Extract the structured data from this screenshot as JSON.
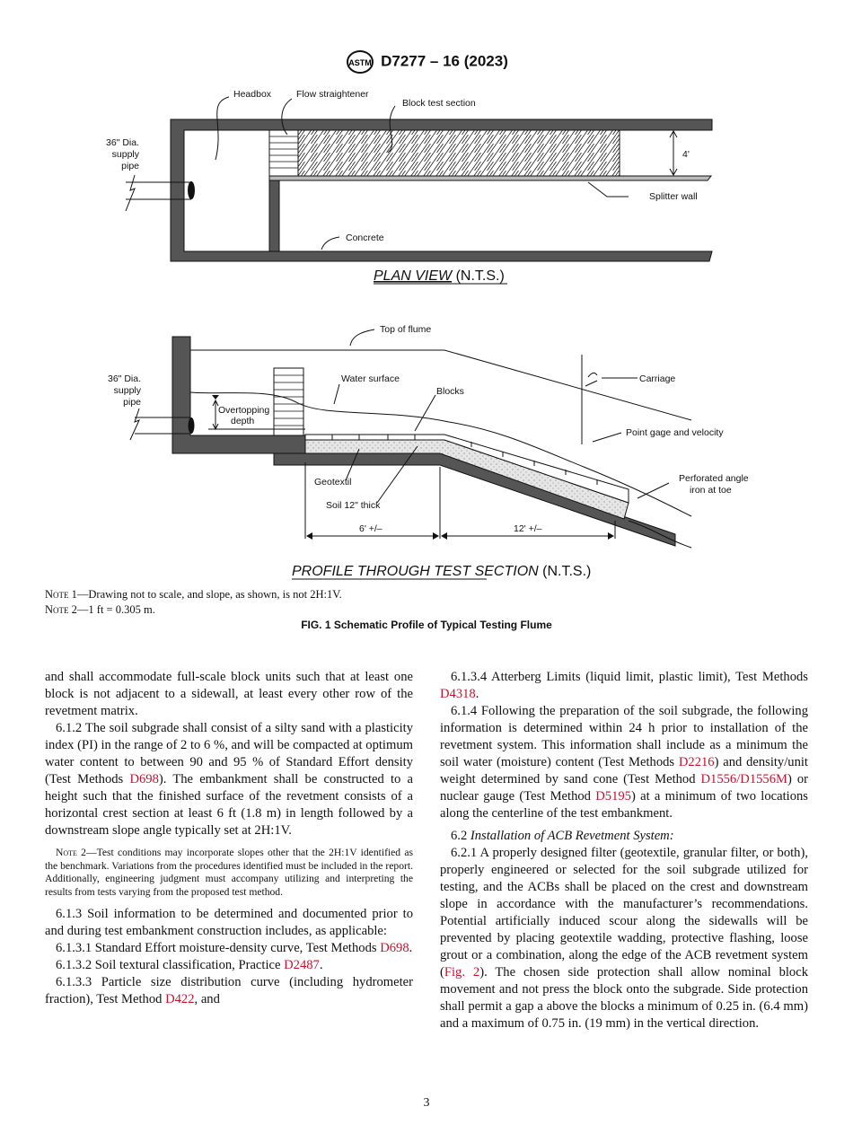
{
  "header": {
    "logo": "ASTM",
    "designation": "D7277 – 16 (2023)"
  },
  "figure": {
    "plan": {
      "labels": {
        "headbox": "Headbox",
        "flow_straightener": "Flow straightener",
        "block_test_section": "Block test section",
        "supply_pipe_1": "36\" Dia.",
        "supply_pipe_2": "supply",
        "supply_pipe_3": "pipe",
        "width": "4'",
        "splitter_wall": "Splitter wall",
        "concrete": "Concrete"
      },
      "title_italic": "PLAN VIEW",
      "title_suffix": " (N.T.S.)"
    },
    "profile": {
      "labels": {
        "top_of_flume": "Top of flume",
        "supply_pipe_1": "36\" Dia.",
        "supply_pipe_2": "supply",
        "supply_pipe_3": "pipe",
        "water_surface": "Water surface",
        "blocks": "Blocks",
        "carriage": "Carriage",
        "overtopping_1": "Overtopping",
        "overtopping_2": "depth",
        "point_gage": "Point gage and velocity",
        "geotextil": "Geotextil",
        "soil": "Soil 12\" thick",
        "angle_iron_1": "Perforated angle",
        "angle_iron_2": "iron at toe",
        "crest_len": "6' +/–",
        "slope_len": "12' +/–"
      },
      "title_italic": "PROFILE THROUGH TEST SECTION",
      "title_suffix": " (N.T.S.)"
    },
    "notes": [
      {
        "label": "Note 1",
        "text": "—Drawing not to scale, and slope, as shown, is not 2H:1V."
      },
      {
        "label": "Note 2",
        "text": "—1 ft = 0.305 m."
      }
    ],
    "caption": "FIG. 1 Schematic Profile of Typical Testing Flume"
  },
  "columns": {
    "left": [
      {
        "cls": "noind",
        "segs": [
          {
            "t": "and shall accommodate full-scale block units such that at least one block is not adjacent to a sidewall, at least every other row of the revetment matrix."
          }
        ]
      },
      {
        "segs": [
          {
            "t": "6.1.2 The soil subgrade shall consist of a silty sand with a plasticity index (PI) in the range of 2 to 6 %, and will be compacted at optimum water content to between 90 and 95 % of Standard Effort density (Test Methods "
          },
          {
            "t": "D698",
            "link": true
          },
          {
            "t": "). The embankment shall be constructed to a height such that the finished surface of the revetment consists of a horizontal crest section at least 6 ft (1.8 m) in length followed by a downstream slope angle typically set at 2H:1V."
          }
        ]
      },
      {
        "cls": "note",
        "segs": [
          {
            "t": "Note 2",
            "sc": true
          },
          {
            "t": "—Test conditions may incorporate slopes other that the 2H:1V identified as the benchmark. Variations from the procedures identified must be included in the report. Additionally, engineering judgment must accompany utilizing and interpreting the results from tests varying from the proposed test method."
          }
        ]
      },
      {
        "segs": [
          {
            "t": "6.1.3 Soil information to be determined and documented prior to and during test embankment construction includes, as applicable:"
          }
        ]
      },
      {
        "segs": [
          {
            "t": "6.1.3.1 Standard Effort moisture-density curve, Test Methods "
          },
          {
            "t": "D698",
            "link": true
          },
          {
            "t": "."
          }
        ]
      },
      {
        "segs": [
          {
            "t": "6.1.3.2 Soil textural classification, Practice "
          },
          {
            "t": "D2487",
            "link": true
          },
          {
            "t": "."
          }
        ]
      },
      {
        "segs": [
          {
            "t": "6.1.3.3 Particle size distribution curve (including hydrometer fraction), Test Method "
          },
          {
            "t": "D422",
            "link": true
          },
          {
            "t": ", and"
          }
        ]
      }
    ],
    "right": [
      {
        "segs": [
          {
            "t": "6.1.3.4 Atterberg Limits (liquid limit, plastic limit), Test Methods "
          },
          {
            "t": "D4318",
            "link": true
          },
          {
            "t": "."
          }
        ]
      },
      {
        "segs": [
          {
            "t": "6.1.4 Following the preparation of the soil subgrade, the following information is determined within 24 h prior to installation of the revetment system. This information shall include as a minimum the soil water (moisture) content (Test Methods "
          },
          {
            "t": "D2216",
            "link": true
          },
          {
            "t": ") and density/unit weight determined by sand cone (Test Method "
          },
          {
            "t": "D1556/D1556M",
            "link": true
          },
          {
            "t": ") or nuclear gauge (Test Method "
          },
          {
            "t": "D5195",
            "link": true
          },
          {
            "t": ") at a minimum of two locations along the centerline of the test embankment."
          }
        ]
      },
      {
        "cls": "sect",
        "segs": [
          {
            "t": "6.2 "
          },
          {
            "t": "Installation of ACB Revetment System:",
            "it": true
          }
        ]
      },
      {
        "segs": [
          {
            "t": "6.2.1 A properly designed filter (geotextile, granular filter, or both), properly engineered or selected for the soil subgrade utilized for testing, and the ACBs shall be placed on the crest and downstream slope in accordance with the manufacturer’s recommendations. Potential artificially induced scour along the sidewalls will be prevented by placing geotextile wadding, protective flashing, loose grout or a combination, along the edge of the ACB revetment system ("
          },
          {
            "t": "Fig. 2",
            "link": true
          },
          {
            "t": "). The chosen side protection shall allow nominal block movement and not press the block onto the subgrade. Side protection shall permit a gap a above the blocks a minimum of 0.25 in. (6.4 mm) and a maximum of 0.75 in. (19 mm) in the vertical direction."
          }
        ]
      }
    ]
  },
  "page_number": "3",
  "colors": {
    "link": "#c8102e",
    "concrete": "#555555"
  }
}
